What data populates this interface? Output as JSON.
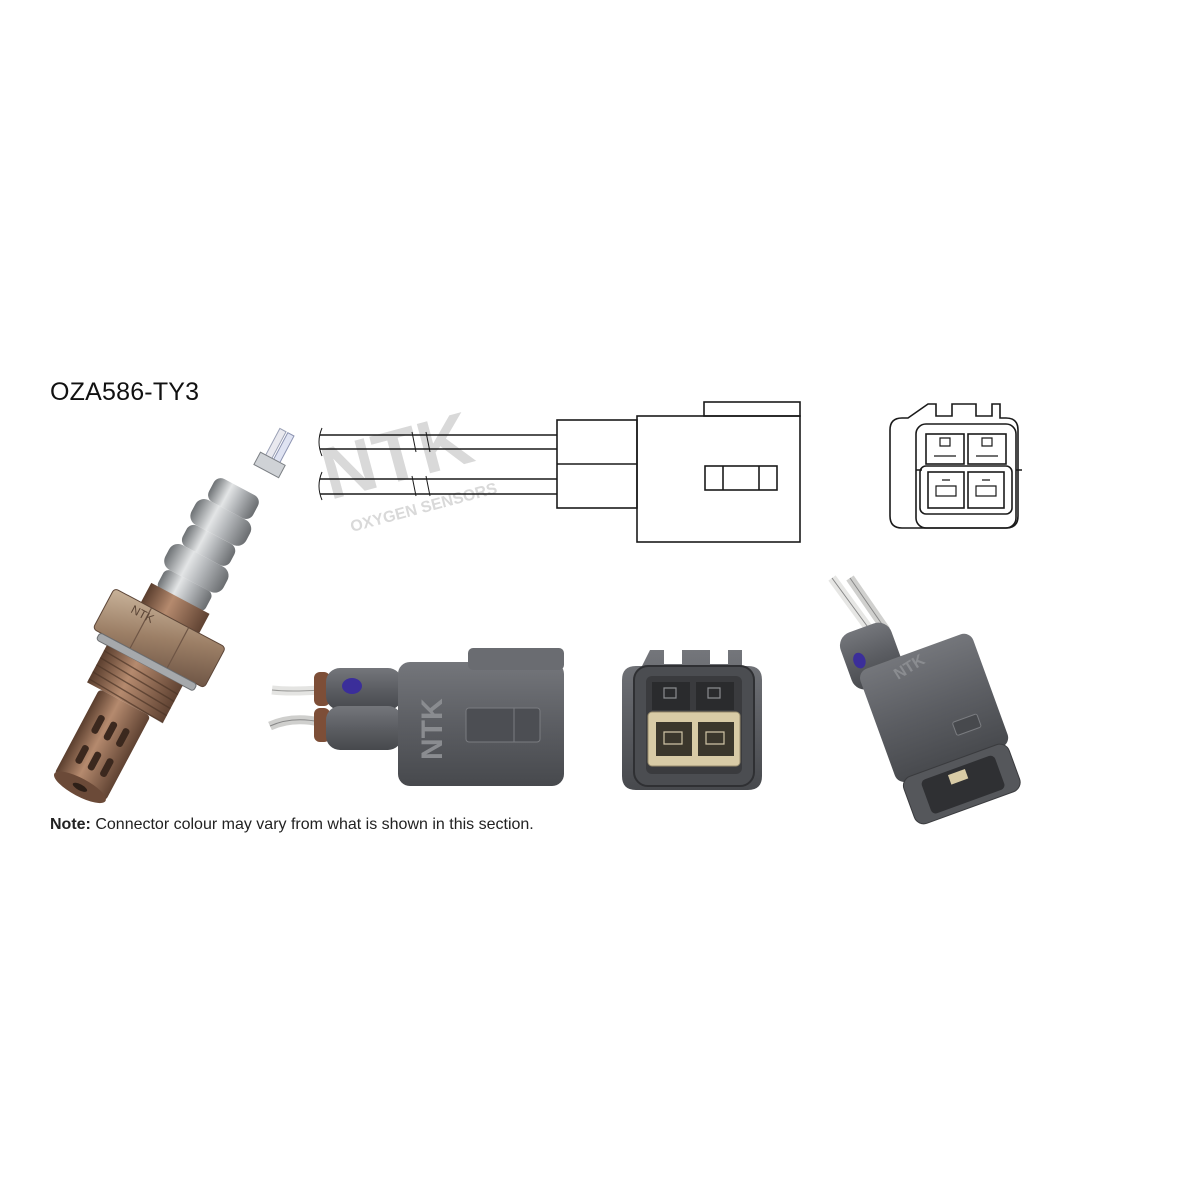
{
  "product": {
    "part_number": "OZA586-TY3",
    "brand_watermark": "NTK",
    "brand_watermark_sub": "OXYGEN SENSORS",
    "sensor_body_mark": "NTK",
    "connector_side_mark": "NTK",
    "connector_angle_mark": "NTK"
  },
  "note": {
    "label": "Note:",
    "text": " Connector colour may vary from what is shown in this section."
  },
  "colors": {
    "connector_grey": "#5e6066",
    "insert_beige": "#d8cba6",
    "steel": "#a9acb0",
    "copper": "#9a7057",
    "line_drawing": "#1a1a1a",
    "watermark": "#d7d7d7"
  },
  "icons": {
    "sensor": "oxygen-sensor-photo",
    "side_drawing": "connector-side-drawing",
    "face_drawing": "connector-face-drawing"
  }
}
